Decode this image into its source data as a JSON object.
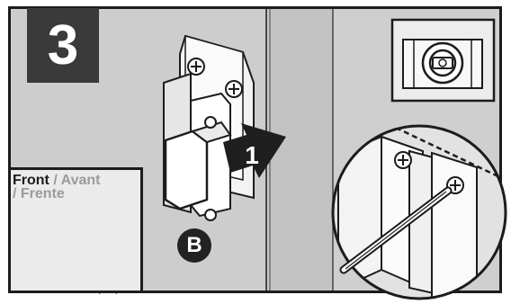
{
  "step": {
    "number": "3"
  },
  "inset_front": {
    "front": "Front",
    "separator": " / ",
    "avant": "Avant",
    "frente": "/ Frente"
  },
  "callouts": {
    "arrow_number": "1",
    "part_letter": "B"
  },
  "icons": [
    "screw-icon",
    "screwdriver-icon",
    "push-arrow-icon",
    "gap-arrows-icon"
  ],
  "colors": {
    "frame": "#1c1c1c",
    "background": "#c9c9c9",
    "dark_panel": "#3a3a3a",
    "badge": "#222222",
    "muted_text": "#9b9b9b"
  }
}
